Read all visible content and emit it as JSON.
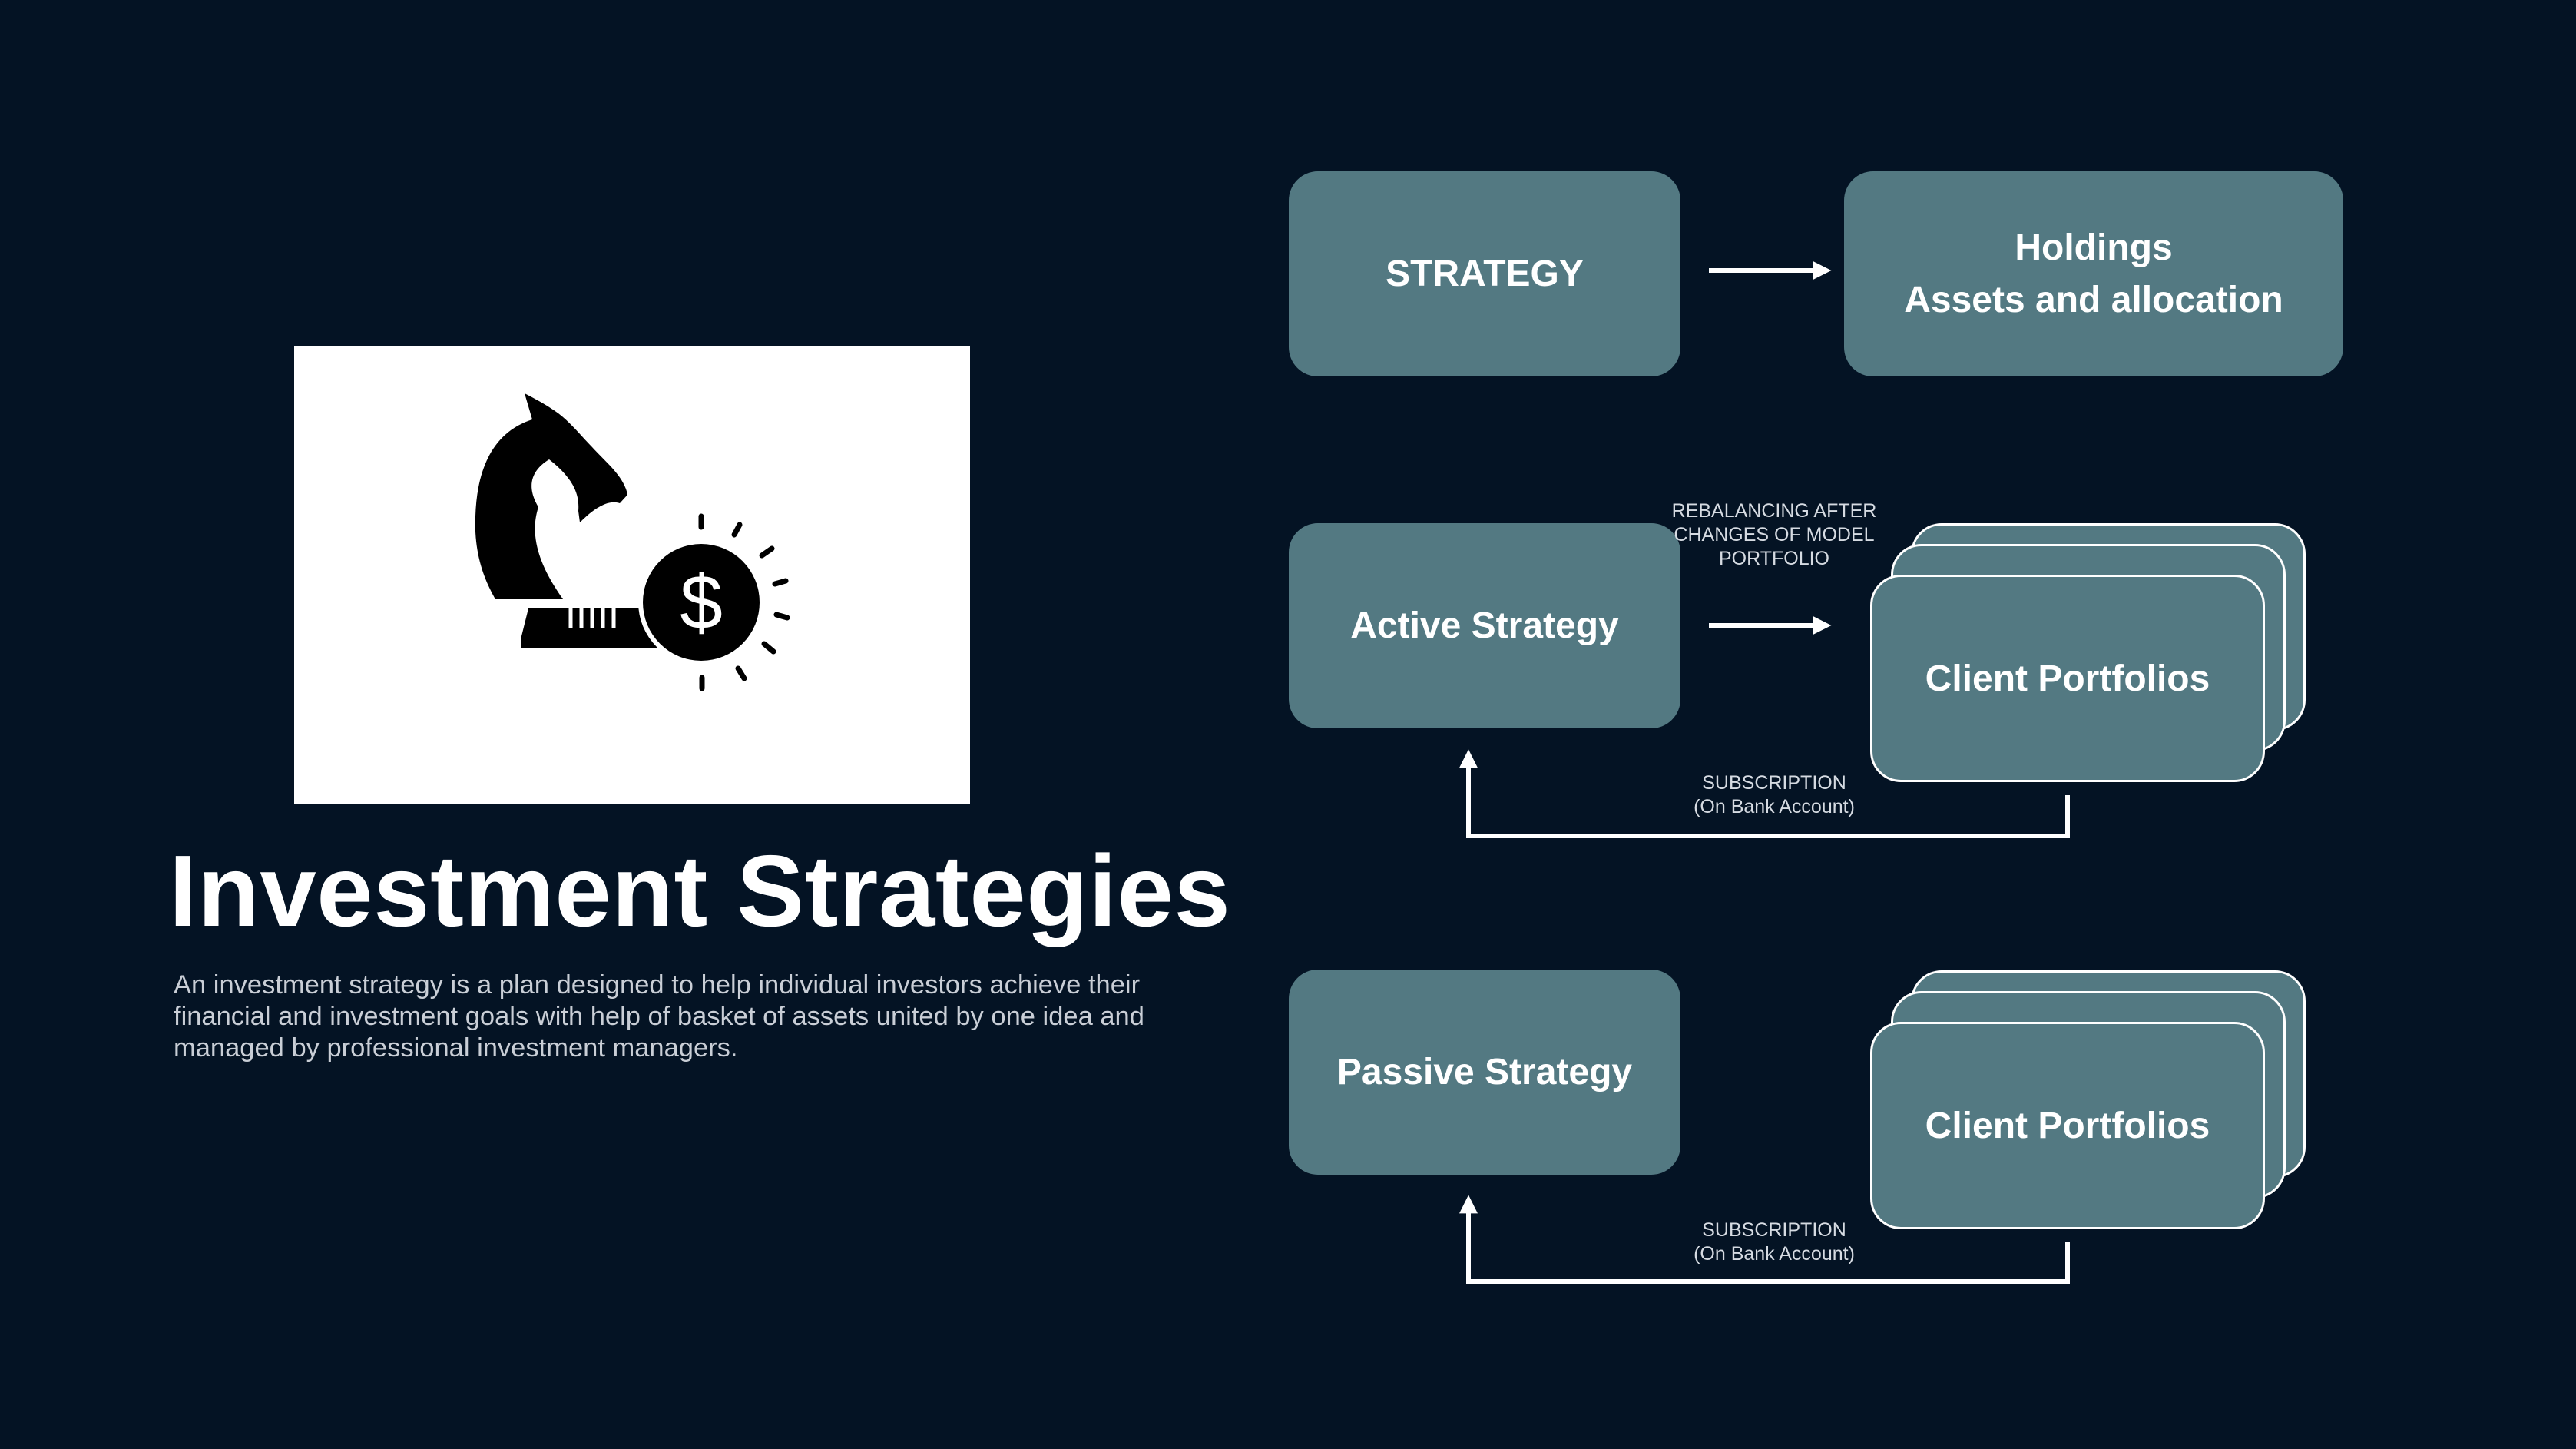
{
  "title": "Investment Strategies",
  "description": "An investment strategy is a plan designed to help individual investors achieve their financial and investment goals with help of basket of assets united by one idea and managed by professional investment managers.",
  "icon": "chess-knight-dollar-icon",
  "colors": {
    "background": "#041324",
    "box_fill": "#537982",
    "text": "#ffffff",
    "card": "#ffffff"
  },
  "diagram": {
    "strategy_box": "STRATEGY",
    "holdings_box": {
      "line1": "Holdings",
      "line2": "Assets and allocation"
    },
    "active": {
      "strategy_box": "Active Strategy",
      "portfolios_box": "Client Portfolios",
      "rebalancing_label": {
        "line1": "REBALANCING AFTER",
        "line2": "CHANGES OF MODEL",
        "line3": "PORTFOLIO"
      },
      "subscription_label": {
        "line1": "SUBSCRIPTION",
        "line2": "(On Bank Account)"
      }
    },
    "passive": {
      "strategy_box": "Passive Strategy",
      "portfolios_box": "Client Portfolios",
      "subscription_label": {
        "line1": "SUBSCRIPTION",
        "line2": "(On Bank Account)"
      }
    }
  }
}
